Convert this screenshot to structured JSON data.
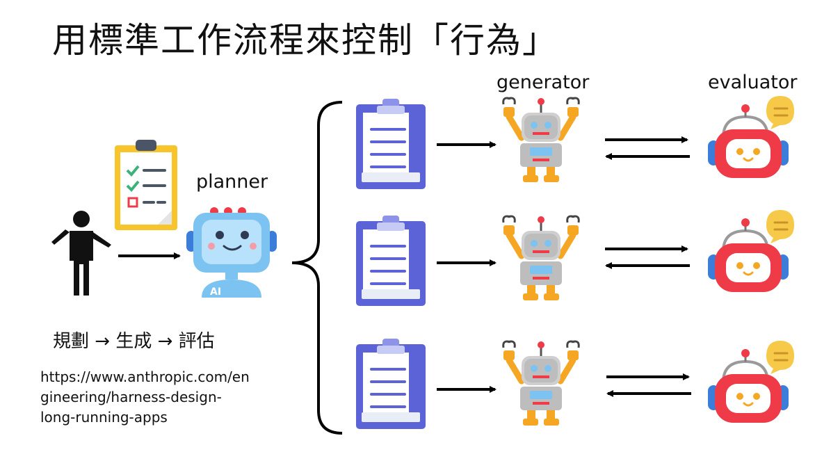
{
  "title": "用標準工作流程來控制「行為」",
  "labels": {
    "planner": "planner",
    "generator": "generator",
    "evaluator": "evaluator"
  },
  "flow": "規劃 → 生成 → 評估",
  "source_url_lines": [
    "https://www.anthropic.com/en",
    "gineering/harness-design-",
    "long-running-apps"
  ],
  "planner_badge": "AI",
  "colors": {
    "clipboard_blue": "#5b63d6",
    "clipboard_yellow": "#f7c52b",
    "robot_gray": "#bdbdbd",
    "robot_orange": "#f5a623",
    "evaluator_red": "#ef3b48",
    "planner_blue": "#7cc3f2"
  },
  "icons": {
    "person": "person-icon",
    "plan_clipboard": "checklist-clipboard-icon",
    "planner": "ai-robot-icon",
    "task": "task-clipboard-icon",
    "generator": "generator-robot-icon",
    "evaluator": "evaluator-robot-icon"
  }
}
